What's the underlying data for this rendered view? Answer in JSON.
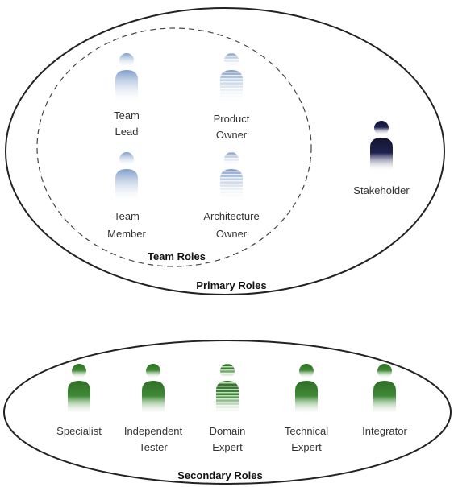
{
  "primary": {
    "title": "Primary Roles",
    "team_roles": {
      "title": "Team Roles",
      "roles": [
        {
          "line1": "Team",
          "line2": "Lead",
          "icon": "person-icon",
          "style": "light-blue"
        },
        {
          "line1": "Product",
          "line2": "Owner",
          "icon": "person-icon",
          "style": "light-blue-striped"
        },
        {
          "line1": "Team",
          "line2": "Member",
          "icon": "person-icon",
          "style": "light-blue"
        },
        {
          "line1": "Architecture",
          "line2": "Owner",
          "icon": "person-icon",
          "style": "light-blue-striped"
        }
      ]
    },
    "stakeholder": {
      "label": "Stakeholder",
      "icon": "person-icon",
      "style": "dark-navy"
    }
  },
  "secondary": {
    "title": "Secondary Roles",
    "roles": [
      {
        "line1": "Specialist",
        "line2": "",
        "icon": "person-icon",
        "style": "green"
      },
      {
        "line1": "Independent",
        "line2": "Tester",
        "icon": "person-icon",
        "style": "green"
      },
      {
        "line1": "Domain",
        "line2": "Expert",
        "icon": "person-icon",
        "style": "green-striped"
      },
      {
        "line1": "Technical",
        "line2": "Expert",
        "icon": "person-icon",
        "style": "green"
      },
      {
        "line1": "Integrator",
        "line2": "",
        "icon": "person-icon",
        "style": "green"
      }
    ]
  },
  "colors": {
    "light_blue": "#7d9dc9",
    "dark_navy": "#14142e",
    "green": "#2f6e26",
    "outline": "#222222"
  }
}
